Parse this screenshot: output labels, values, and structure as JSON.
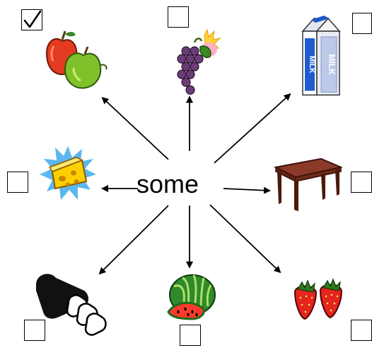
{
  "center_word": "some",
  "items": [
    {
      "id": "apples",
      "icon": "apples-icon",
      "checked": true
    },
    {
      "id": "grapes",
      "icon": "grapes-icon",
      "checked": false
    },
    {
      "id": "milk",
      "icon": "milk-carton-icon",
      "checked": false,
      "carton_text": "MILK"
    },
    {
      "id": "cheese",
      "icon": "cheese-icon",
      "checked": false
    },
    {
      "id": "table",
      "icon": "table-icon",
      "checked": false
    },
    {
      "id": "bread",
      "icon": "bread-icon",
      "checked": false
    },
    {
      "id": "watermelon",
      "icon": "watermelon-icon",
      "checked": false
    },
    {
      "id": "strawberries",
      "icon": "strawberries-icon",
      "checked": false
    }
  ]
}
